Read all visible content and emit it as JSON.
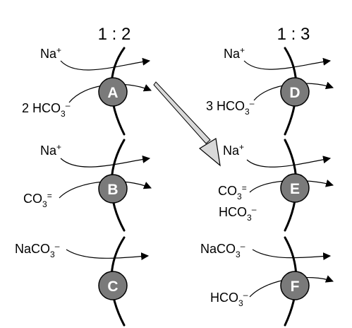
{
  "ratios": {
    "left": "1 : 2",
    "right": "1 : 3"
  },
  "transporters": [
    {
      "id": "A",
      "ions": [
        {
          "pre": "Na",
          "sup": "+"
        },
        {
          "pre": "2 HCO",
          "sub": "3",
          "sup": "–"
        }
      ]
    },
    {
      "id": "B",
      "ions": [
        {
          "pre": "Na",
          "sup": "+"
        },
        {
          "pre": "CO",
          "sub": "3",
          "sup": "="
        }
      ]
    },
    {
      "id": "C",
      "ions": [
        {
          "pre": "NaCO",
          "sub": "3",
          "sup": "–"
        }
      ]
    },
    {
      "id": "D",
      "ions": [
        {
          "pre": "Na",
          "sup": "+"
        },
        {
          "pre": "3 HCO",
          "sub": "3",
          "sup": "–"
        }
      ]
    },
    {
      "id": "E",
      "ions": [
        {
          "pre": "Na",
          "sup": "+"
        },
        {
          "pre": "CO",
          "sub": "3",
          "sup": "="
        },
        {
          "pre": "HCO",
          "sub": "3",
          "sup": "–"
        }
      ]
    },
    {
      "id": "F",
      "ions": [
        {
          "pre": "NaCO",
          "sub": "3",
          "sup": "–"
        },
        {
          "pre": "HCO",
          "sub": "3",
          "sup": "–"
        }
      ]
    }
  ],
  "colors": {
    "badge_fill": "#7a7a7a",
    "badge_stroke": "#000000",
    "line": "#000000",
    "arrow_fill": "#d9d9d9"
  },
  "icons": {
    "transition_arrow": "down-right-arrow-icon",
    "flux_arrowhead": "arrowhead-icon"
  }
}
